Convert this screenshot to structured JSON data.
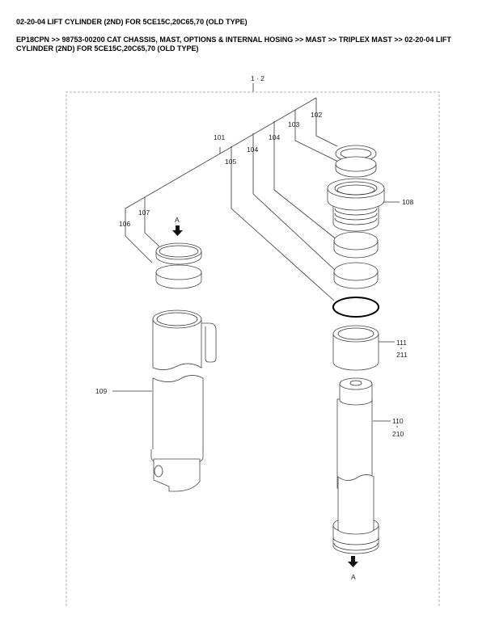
{
  "header": {
    "title": "02-20-04 LIFT CYLINDER (2ND) FOR 5CE15C,20C65,70 (OLD TYPE)",
    "breadcrumb": "EP18CPN >> 98753-00200 CAT CHASSIS, MAST, OPTIONS & INTERNAL HOSING >> MAST >> TRIPLEX MAST >> 02-20-04 LIFT CYLINDER (2ND) FOR 5CE15C,20C65,70 (OLD TYPE)"
  },
  "diagram": {
    "assembly_label": "1 · 2",
    "labels": {
      "p101": "101",
      "p102": "102",
      "p103": "103",
      "p104a": "104",
      "p104b": "104",
      "p105": "105",
      "p106": "106",
      "p107": "107",
      "p108": "108",
      "p109": "109",
      "p111": "111",
      "p211": "211",
      "p110": "110",
      "p210": "210"
    },
    "view_marker_top": "A",
    "view_marker_bottom": "A"
  }
}
